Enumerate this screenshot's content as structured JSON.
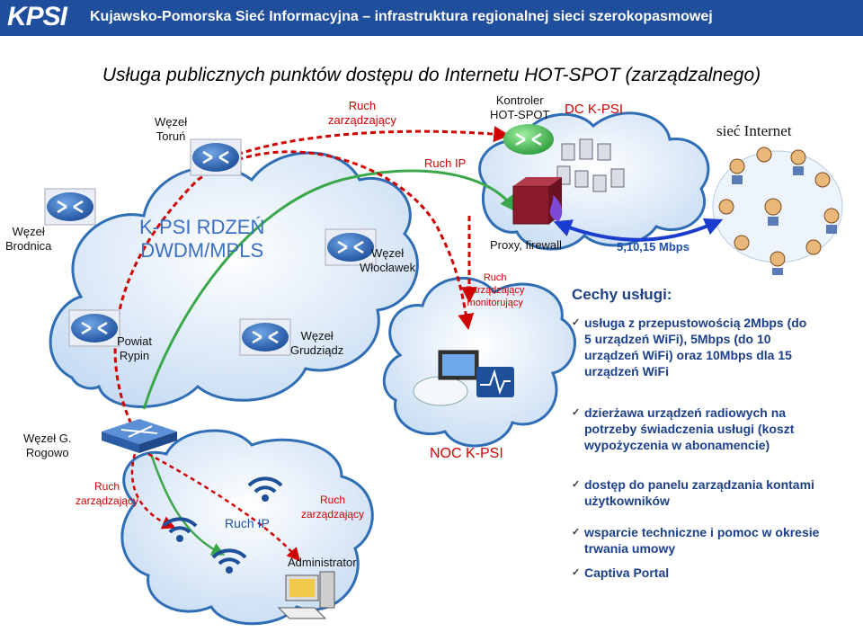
{
  "header": {
    "logo_text": "KPSI",
    "title": "Kujawsko-Pomorska Sieć Informacyjna – infrastruktura regionalnej sieci szerokopasmowej"
  },
  "main_title": "Usługa publicznych punktów dostępu do Internetu HOT-SPOT (zarządzalnego)",
  "labels": {
    "wezel_torun": "Węzeł\nToruń",
    "ruch_zarz_top": "Ruch\nzarządzający",
    "kontroler": "Kontroler\nHOT-SPOT",
    "dc_kpsi": "DC K-PSI",
    "siec_internet": "sieć Internet",
    "ruch_ip_top": "Ruch IP",
    "wezel_brodnica": "Węzeł\nBrodnica",
    "rdzen": "K-PSI RDZEŃ\nDWDM/MPLS",
    "wezel_wloclawek": "Węzeł\nWłocławek",
    "proxy": "Proxy, firewall",
    "speed": "5,10,15 Mbps",
    "ruch_monitor": "Ruch\nZarządzający\nmonitorujący",
    "powiat_rypin": "Powiat\nRypin",
    "wezel_grudziadz": "Węzeł\nGrudziądz",
    "wezel_rogowo": "Węzeł G.\nRogowo",
    "noc": "NOC K-PSI",
    "ruch_zarz_left": "Ruch\nzarządzający",
    "ruch_zarz_bottom": "Ruch\nzarządzający",
    "ruch_ip_bottom": "Ruch IP",
    "administrator": "Administrator"
  },
  "features": {
    "title": "Cechy usługi:",
    "check": "✓",
    "items": [
      "usługa z przepustowością 2Mbps (do\n5 urządzeń WiFi), 5Mbps (do 10\nurządzeń WiFi) oraz 10Mbps dla 15\nurządzeń WiFi",
      "dzierżawa urządzeń radiowych na\npotrzeby świadczenia usługi (koszt\nwypożyczenia  w abonamencie)",
      "dostęp do panelu zarządzania kontami\nużytkowników",
      "wsparcie techniczne i pomoc w okresie\ntrwania umowy",
      "Captiva Portal"
    ]
  },
  "colors": {
    "header_bg": "#1f4e9c",
    "cloud_fill": "#dbe8f7",
    "cloud_stroke": "#2f6db5",
    "managed_traffic": "#d10000",
    "ip_traffic": "#3aa84a",
    "link_blue": "#1a3ccf",
    "feature_text": "#1c3f8a"
  }
}
